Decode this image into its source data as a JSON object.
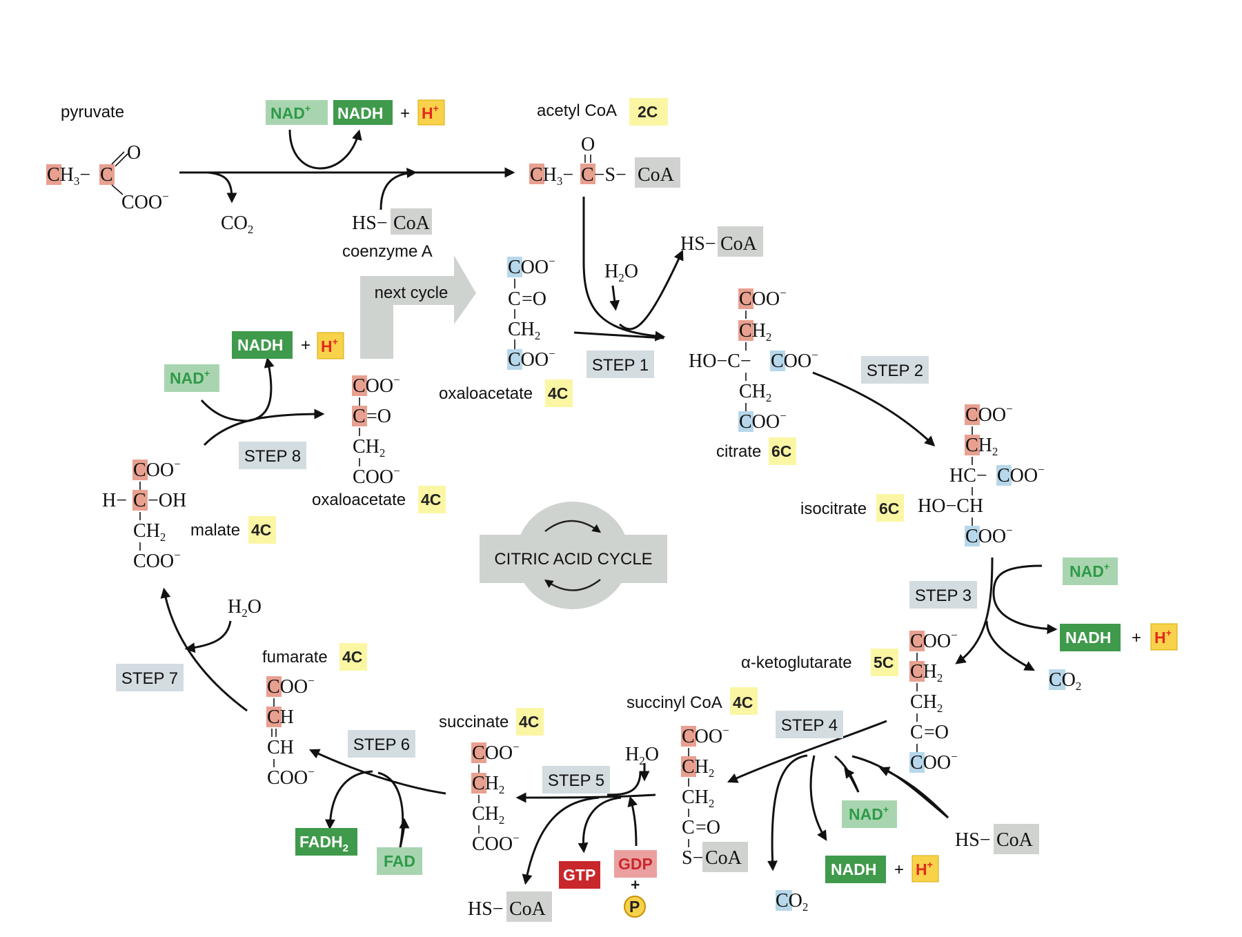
{
  "colors": {
    "carbon_red": "#e8a090",
    "carbon_blue": "#b7d7ea",
    "nad_bg": "#a8d5b0",
    "nad_text": "#2f9a48",
    "nadh_bg": "#3f9a4b",
    "carbon_count_bg": "#fbf6a4",
    "h_bg": "#f7d24a",
    "h_text": "#e3281f",
    "step_bg": "#d3dce0",
    "coa_bg": "#cfd2ce",
    "gtp_bg": "#c8282c",
    "gdp_bg": "#eba0a0",
    "big_arrow": "#cfd3d0",
    "cycle_badge": "#cfd3d0"
  },
  "labels": {
    "pyruvate": "pyruvate",
    "acetyl_coa": "acetyl CoA",
    "coenzyme_a": "coenzyme A",
    "next_cycle": "next cycle",
    "oxaloacetate": "oxaloacetate",
    "citrate": "citrate",
    "isocitrate": "isocitrate",
    "alpha_ketoglutarate": "α-ketoglutarate",
    "succinyl_coa": "succinyl CoA",
    "succinate": "succinate",
    "fumarate": "fumarate",
    "malate": "malate",
    "cycle_title": "CITRIC ACID CYCLE"
  },
  "carbon_counts": {
    "acetyl_coa": "2C",
    "oxaloacetate": "4C",
    "citrate": "6C",
    "isocitrate": "6C",
    "alpha_ketoglutarate": "5C",
    "succinyl_coa": "4C",
    "succinate": "4C",
    "fumarate": "4C",
    "malate": "4C",
    "oxaloacetate_regen": "4C"
  },
  "steps": [
    "STEP 1",
    "STEP 2",
    "STEP 3",
    "STEP 4",
    "STEP 5",
    "STEP 6",
    "STEP 7",
    "STEP 8"
  ],
  "cofactors": {
    "nad": "NAD",
    "nadh": "NADH",
    "plus_sup": "+",
    "plus": "+",
    "h": "H",
    "fad": "FAD",
    "fadh": "FADH",
    "sub2": "2",
    "gtp": "GTP",
    "gdp": "GDP",
    "p": "P"
  },
  "chem": {
    "coo": "COO",
    "minus": "−",
    "ch": "CH",
    "sub2": "2",
    "sub3": "3",
    "c": "C",
    "o": "O",
    "eq_o": "=O",
    "dash": "−",
    "dash_c": "−C",
    "dash_s_dash": "−S−",
    "coa": "CoA",
    "hs_dash": "HS−",
    "co": "CO",
    "h2o_h": "H",
    "h2o_o": "O",
    "ho_dash_c_dash": "HO−C−",
    "ho_dash_ch": "HO−CH",
    "hc_dash": "HC−",
    "h_dash": "H−",
    "dash_oh": "−OH",
    "s_dash": "S−"
  }
}
